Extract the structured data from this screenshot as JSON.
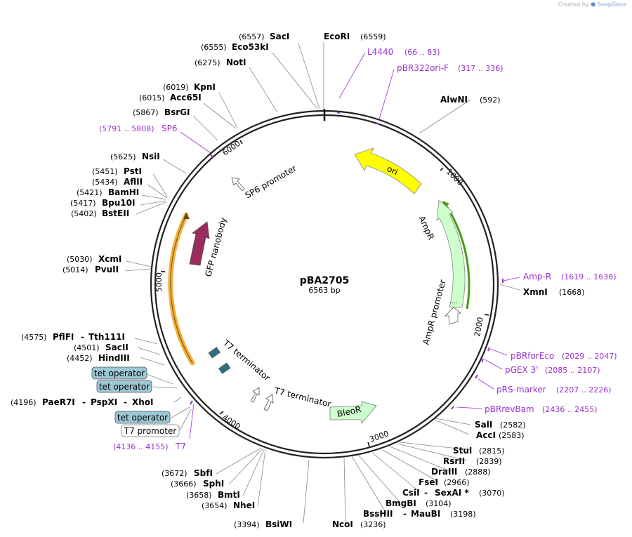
{
  "credit": {
    "prefix": "Created by",
    "brand": "SnapGene"
  },
  "plasmid": {
    "name": "pBA2705",
    "length": "6563 bp",
    "total_bp": 6563
  },
  "colors": {
    "backbone": "#222222",
    "primer": "#9a2fd0",
    "ori": "#ffff00",
    "ampr": "#ccffcc",
    "gfp_nanobody": "#9b2d5e",
    "tet_operator": "#9cc8d6",
    "t7_terminator": "#2f6f7f",
    "orange_arc": "#f5a623",
    "green_arc": "#4a9a1a"
  },
  "scale_ticks": [
    "1000",
    "2000",
    "3000",
    "4000",
    "5000",
    "6000"
  ],
  "features": {
    "ori": "ori",
    "ampr": "AmpR",
    "ampr_promoter": "AmpR promoter",
    "bleor": "BleoR",
    "t7_terminator_1": "T7 terminator",
    "t7_terminator_2": "T7 terminator",
    "gfp_nanobody": "GFP nanobody",
    "sp6_promoter": "SP6 promoter",
    "ampr_dots": "...."
  },
  "sites": [
    {
      "id": "saci",
      "name": "SacI",
      "pos": "(6557)"
    },
    {
      "id": "ecori",
      "name": "EcoRI",
      "pos": "(6559)"
    },
    {
      "id": "eco53ki",
      "name": "Eco53kI",
      "pos": "(6555)"
    },
    {
      "id": "noti",
      "name": "NotI",
      "pos": "(6275)"
    },
    {
      "id": "alwni",
      "name": "AlwNI",
      "pos": "(592)"
    },
    {
      "id": "kpni",
      "name": "KpnI",
      "pos": "(6019)"
    },
    {
      "id": "acc65i",
      "name": "Acc65I",
      "pos": "(6015)"
    },
    {
      "id": "bsrgi",
      "name": "BsrGI",
      "pos": "(5867)"
    },
    {
      "id": "nsii",
      "name": "NsiI",
      "pos": "(5625)"
    },
    {
      "id": "psti",
      "name": "PstI",
      "pos": "(5451)"
    },
    {
      "id": "aflii",
      "name": "AflII",
      "pos": "(5434)"
    },
    {
      "id": "bamhi",
      "name": "BamHI",
      "pos": "(5421)"
    },
    {
      "id": "bpu10i",
      "name": "Bpu10I",
      "pos": "(5417)"
    },
    {
      "id": "bsteii",
      "name": "BstEII",
      "pos": "(5402)"
    },
    {
      "id": "xcmi",
      "name": "XcmI",
      "pos": "(5030)"
    },
    {
      "id": "pvuii",
      "name": "PvuII",
      "pos": "(5014)"
    },
    {
      "id": "xmni",
      "name": "XmnI",
      "pos": "(1668)"
    },
    {
      "id": "pflfi",
      "name": "PflFI",
      "pos": "(4575)"
    },
    {
      "id": "tth111i",
      "name": "Tth111I",
      "pos": ""
    },
    {
      "id": "sacii",
      "name": "SacII",
      "pos": "(4501)"
    },
    {
      "id": "hindiii",
      "name": "HindIII",
      "pos": "(4452)"
    },
    {
      "id": "paer7i",
      "name": "PaeR7I",
      "pos": "(4196)"
    },
    {
      "id": "pspxi",
      "name": "PspXI",
      "pos": ""
    },
    {
      "id": "xhoi",
      "name": "XhoI",
      "pos": ""
    },
    {
      "id": "sali",
      "name": "SalI",
      "pos": "(2582)"
    },
    {
      "id": "acci",
      "name": "AccI",
      "pos": "(2583)"
    },
    {
      "id": "stui",
      "name": "StuI",
      "pos": "(2815)"
    },
    {
      "id": "rsrii",
      "name": "RsrII",
      "pos": "(2839)"
    },
    {
      "id": "draiii",
      "name": "DraIII",
      "pos": "(2888)"
    },
    {
      "id": "fsei",
      "name": "FseI",
      "pos": "(2966)"
    },
    {
      "id": "csii",
      "name": "CsiI",
      "pos": "(3070)"
    },
    {
      "id": "sexai",
      "name": "SexAI *",
      "pos": ""
    },
    {
      "id": "bmgbi",
      "name": "BmgBI",
      "pos": "(3104)"
    },
    {
      "id": "bsshii",
      "name": "BssHII",
      "pos": "(3198)"
    },
    {
      "id": "maubi",
      "name": "MauBI",
      "pos": ""
    },
    {
      "id": "ncoi",
      "name": "NcoI",
      "pos": "(3236)"
    },
    {
      "id": "bsiwi",
      "name": "BsiWI",
      "pos": "(3394)"
    },
    {
      "id": "nhei",
      "name": "NheI",
      "pos": "(3654)"
    },
    {
      "id": "bmti",
      "name": "BmtI",
      "pos": "(3658)"
    },
    {
      "id": "sphi",
      "name": "SphI",
      "pos": "(3666)"
    },
    {
      "id": "sbfi",
      "name": "SbfI",
      "pos": "(3672)"
    }
  ],
  "primers": [
    {
      "id": "l4440",
      "name": "L4440",
      "range": "(66 .. 83)"
    },
    {
      "id": "pbr322ori",
      "name": "pBR322ori-F",
      "range": "(317 .. 336)"
    },
    {
      "id": "sp6",
      "name": "SP6",
      "range": "(5791 .. 5808)"
    },
    {
      "id": "ampr-primer",
      "name": "Amp-R",
      "range": "(1619 .. 1638)"
    },
    {
      "id": "pbrforeco",
      "name": "pBRforEco",
      "range": "(2029 .. 2047)"
    },
    {
      "id": "pgex3",
      "name": "pGEX 3'",
      "range": "(2085 .. 2107)"
    },
    {
      "id": "prs-marker",
      "name": "pRS-marker",
      "range": "(2207 .. 2226)"
    },
    {
      "id": "pbrrevbam",
      "name": "pBRrevBam",
      "range": "(2436 .. 2455)"
    },
    {
      "id": "t7",
      "name": "T7",
      "range": "(4136 .. 4155)"
    }
  ],
  "boxed_labels": [
    {
      "id": "tet-operator-1",
      "text": "tet operator"
    },
    {
      "id": "tet-operator-2",
      "text": "tet operator"
    },
    {
      "id": "tet-operator-3",
      "text": "tet operator"
    },
    {
      "id": "t7-promoter",
      "text": "T7 promoter"
    }
  ],
  "separators": {
    "dash": "-"
  }
}
